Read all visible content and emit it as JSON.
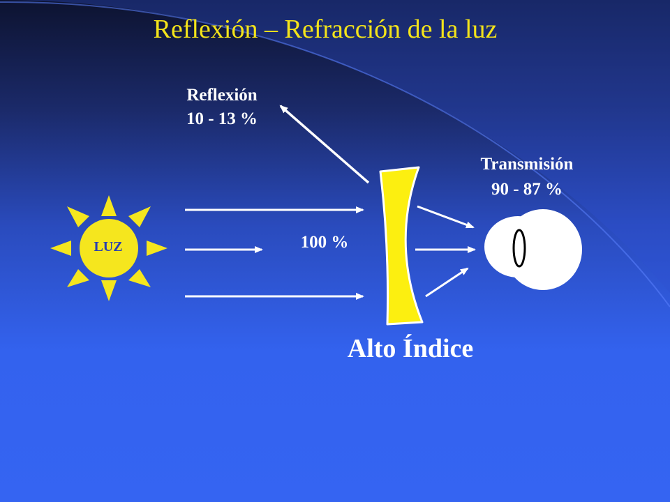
{
  "slide": {
    "title": "Reflexión – Refracción de la luz"
  },
  "labels": {
    "sun": "LUZ",
    "reflection": {
      "name": "Reflexión",
      "value": "10 - 13 %"
    },
    "transmission": {
      "name": "Transmisión",
      "value": "90 - 87 %"
    },
    "incident": "100 %",
    "lens": "Alto Índice"
  },
  "colors": {
    "background_top": "#0d1330",
    "background_bottom": "#3564f2",
    "title": "#f4e41a",
    "sun": "#f5e61e",
    "lens": "#fcef10",
    "arrows": "#ffffff",
    "eye": "#ffffff",
    "text": "#ffffff"
  },
  "icons": {
    "sun": "sun-icon",
    "lens": "concave-lens-icon",
    "eye": "eye-icon"
  }
}
